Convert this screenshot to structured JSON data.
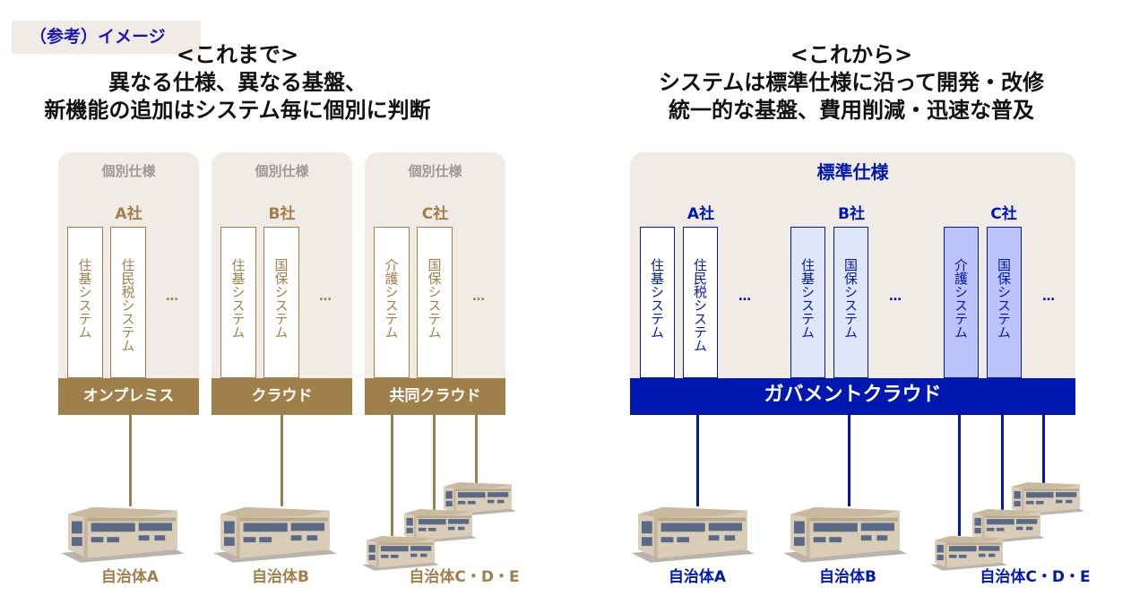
{
  "tag": "（参考）イメージ",
  "before": {
    "heading": "<これまで>",
    "line1": "異なる仕様、異なる基盤、",
    "line2": "新機能の追加はシステム毎に個別に判断",
    "panels": [
      {
        "spec": "個別仕様",
        "company": "A社",
        "systems": [
          "住基システム",
          "住民税システム"
        ],
        "more": "…",
        "platform": "オンプレミス"
      },
      {
        "spec": "個別仕様",
        "company": "B社",
        "systems": [
          "住基システム",
          "国保システム"
        ],
        "more": "…",
        "platform": "クラウド"
      },
      {
        "spec": "個別仕様",
        "company": "C社",
        "systems": [
          "介護システム",
          "国保システム"
        ],
        "more": "…",
        "platform": "共同クラウド"
      }
    ],
    "municipalities": [
      "自治体A",
      "自治体B",
      "自治体C・D・E"
    ]
  },
  "after": {
    "heading": "<これから>",
    "line1": "システムは標準仕様に沿って開発・改修",
    "line2": "統一的な基盤、費用削減・迅速な普及",
    "spec": "標準仕様",
    "companies": [
      {
        "company": "A社",
        "systems": [
          "住基システム",
          "住民税システム"
        ],
        "more": "…"
      },
      {
        "company": "B社",
        "systems": [
          "住基システム",
          "国保システム"
        ],
        "more": "…"
      },
      {
        "company": "C社",
        "systems": [
          "介護システム",
          "国保システム"
        ],
        "more": "…"
      }
    ],
    "platform": "ガバメントクラウド",
    "municipalities": [
      "自治体A",
      "自治体B",
      "自治体C・D・E"
    ]
  },
  "colors": {
    "brown": "#a0804a",
    "blue": "#0018b0",
    "panel": "#f0ece5",
    "light_blue": "#dfe6f8",
    "mid_blue": "#bcc4fb"
  }
}
